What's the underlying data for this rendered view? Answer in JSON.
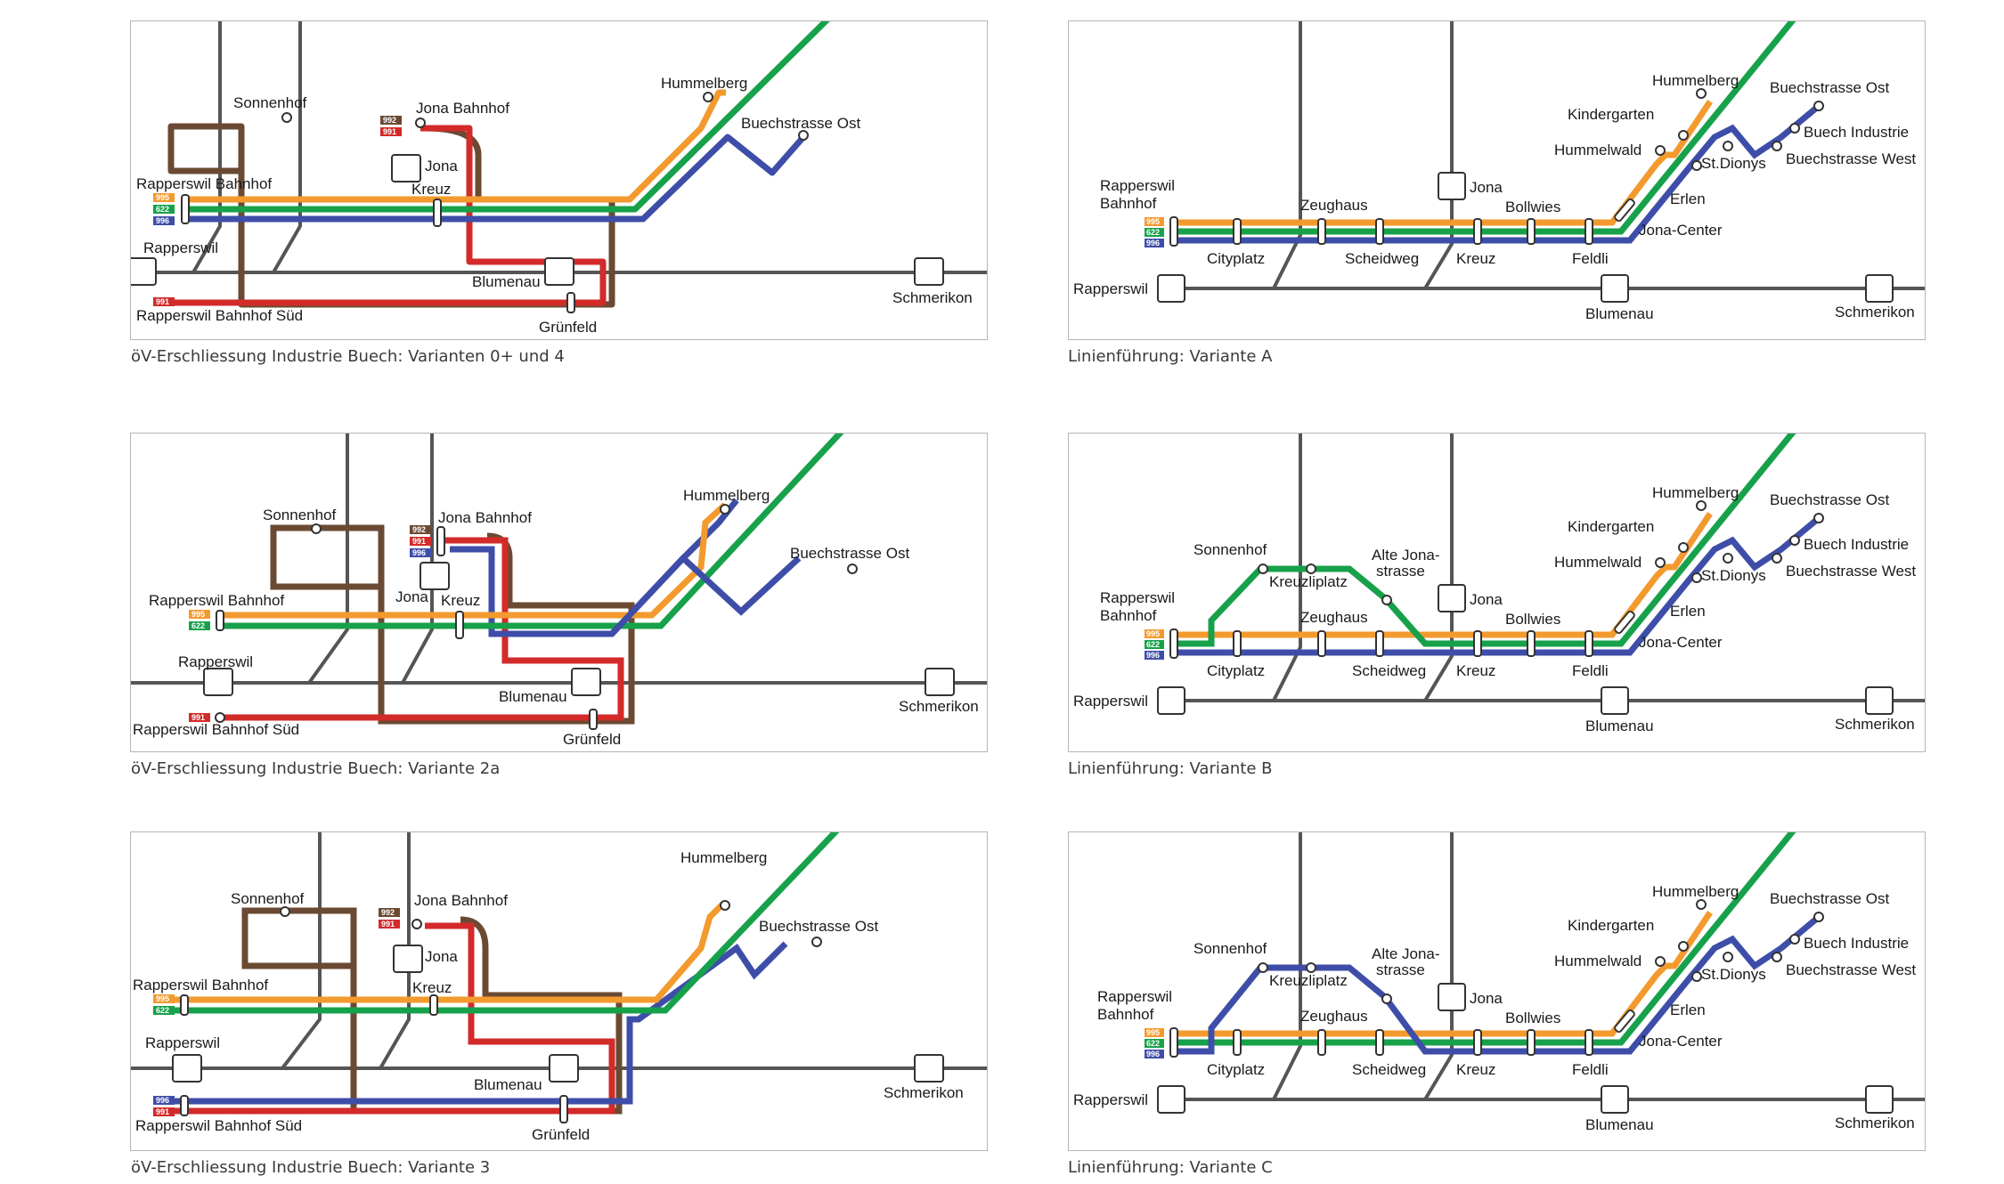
{
  "colors": {
    "orange": "#f39a2e",
    "green": "#17a14a",
    "blue": "#3e4ea8",
    "red": "#d32a2a",
    "brown": "#6a4a32",
    "rail": "#555555",
    "caption": "#3a3a3a"
  },
  "line_numbers": {
    "l995": "995",
    "l622": "622",
    "l996": "996",
    "l991": "991",
    "l992": "992"
  },
  "panels": [
    {
      "id": "variante-0-4",
      "caption": "öV-Erschliessung Industrie Buech: Varianten 0+ und 4",
      "labels": {
        "sonnenhof": "Sonnenhof",
        "jona_bahnhof": "Jona Bahnhof",
        "jona": "Jona",
        "kreuz": "Kreuz",
        "hummelberg": "Hummelberg",
        "buechstrasse_ost": "Buechstrasse Ost",
        "rapperswil_bahnhof": "Rapperswil Bahnhof",
        "rapperswil": "Rapperswil",
        "blumenau": "Blumenau",
        "rapperswil_bahnhof_sued": "Rapperswil Bahnhof Süd",
        "gruenfeld": "Grünfeld",
        "schmerikon": "Schmerikon"
      }
    },
    {
      "id": "variante-a",
      "caption": "Linienführung: Variante A",
      "labels": {
        "hummelberg": "Hummelberg",
        "buechstrasse_ost": "Buechstrasse Ost",
        "kindergarten": "Kindergarten",
        "buech_industrie": "Buech Industrie",
        "hummelwald": "Hummelwald",
        "st_dionys": "St.Dionys",
        "buechstrasse_west": "Buechstrasse West",
        "rapperswil_bahnhof_1": "Rapperswil",
        "rapperswil_bahnhof_2": "Bahnhof",
        "jona": "Jona",
        "erlen": "Erlen",
        "zeughaus": "Zeughaus",
        "bollwies": "Bollwies",
        "jona_center": "Jona-Center",
        "cityplatz": "Cityplatz",
        "scheidweg": "Scheidweg",
        "kreuz": "Kreuz",
        "feldli": "Feldli",
        "rapperswil": "Rapperswil",
        "blumenau": "Blumenau",
        "schmerikon": "Schmerikon"
      }
    },
    {
      "id": "variante-2a",
      "caption": "öV-Erschliessung Industrie Buech: Variante 2a",
      "labels": {
        "sonnenhof": "Sonnenhof",
        "jona_bahnhof": "Jona Bahnhof",
        "hummelberg": "Hummelberg",
        "buechstrasse_ost": "Buechstrasse Ost",
        "rapperswil_bahnhof": "Rapperswil Bahnhof",
        "jona": "Jona",
        "kreuz": "Kreuz",
        "rapperswil": "Rapperswil",
        "blumenau": "Blumenau",
        "schmerikon": "Schmerikon",
        "rapperswil_bahnhof_sued": "Rapperswil Bahnhof Süd",
        "gruenfeld": "Grünfeld"
      }
    },
    {
      "id": "variante-b",
      "caption": "Linienführung: Variante B",
      "labels": {
        "hummelberg": "Hummelberg",
        "buechstrasse_ost": "Buechstrasse Ost",
        "kindergarten": "Kindergarten",
        "buech_industrie": "Buech Industrie",
        "sonnenhof": "Sonnenhof",
        "alte_jonastrasse_1": "Alte Jona-",
        "alte_jonastrasse_2": "strasse",
        "hummelwald": "Hummelwald",
        "buechstrasse_west": "Buechstrasse West",
        "kreuzliplatz": "Kreuzliplatz",
        "st_dionys": "St.Dionys",
        "rapperswil_bahnhof_1": "Rapperswil",
        "rapperswil_bahnhof_2": "Bahnhof",
        "jona": "Jona",
        "erlen": "Erlen",
        "zeughaus": "Zeughaus",
        "bollwies": "Bollwies",
        "jona_center": "Jona-Center",
        "cityplatz": "Cityplatz",
        "scheidweg": "Scheidweg",
        "kreuz": "Kreuz",
        "feldli": "Feldli",
        "rapperswil": "Rapperswil",
        "blumenau": "Blumenau",
        "schmerikon": "Schmerikon"
      }
    },
    {
      "id": "variante-3",
      "caption": "öV-Erschliessung Industrie Buech: Variante 3",
      "labels": {
        "sonnenhof": "Sonnenhof",
        "jona_bahnhof": "Jona Bahnhof",
        "hummelberg": "Hummelberg",
        "buechstrasse_ost": "Buechstrasse Ost",
        "jona": "Jona",
        "rapperswil_bahnhof": "Rapperswil Bahnhof",
        "kreuz": "Kreuz",
        "rapperswil": "Rapperswil",
        "blumenau": "Blumenau",
        "schmerikon": "Schmerikon",
        "rapperswil_bahnhof_sued": "Rapperswil Bahnhof Süd",
        "gruenfeld": "Grünfeld"
      }
    },
    {
      "id": "variante-c",
      "caption": "Linienführung: Variante C",
      "labels": {
        "hummelberg": "Hummelberg",
        "buechstrasse_ost": "Buechstrasse Ost",
        "kindergarten": "Kindergarten",
        "buech_industrie": "Buech Industrie",
        "sonnenhof": "Sonnenhof",
        "alte_jonastrasse_1": "Alte Jona-",
        "alte_jonastrasse_2": "strasse",
        "hummelwald": "Hummelwald",
        "buechstrasse_west": "Buechstrasse West",
        "kreuzliplatz": "Kreuzliplatz",
        "st_dionys": "St.Dionys",
        "rapperswil_bahnhof_1": "Rapperswil",
        "rapperswil_bahnhof_2": "Bahnhof",
        "jona": "Jona",
        "erlen": "Erlen",
        "zeughaus": "Zeughaus",
        "bollwies": "Bollwies",
        "jona_center": "Jona-Center",
        "cityplatz": "Cityplatz",
        "scheidweg": "Scheidweg",
        "kreuz": "Kreuz",
        "feldli": "Feldli",
        "rapperswil": "Rapperswil",
        "blumenau": "Blumenau",
        "schmerikon": "Schmerikon"
      }
    }
  ]
}
